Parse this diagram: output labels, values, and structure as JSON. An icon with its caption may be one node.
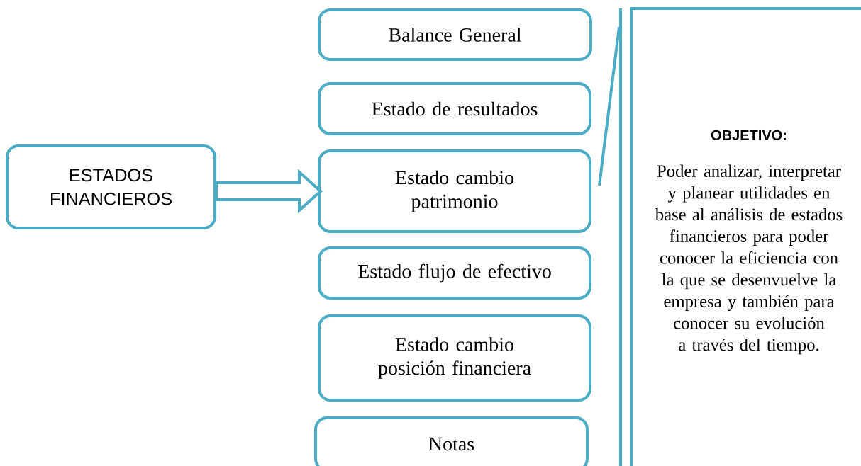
{
  "diagram": {
    "nodes": [
      {
        "text": [
          "ESTADOS FINANCIEROS"
        ]
      },
      {
        "text": [
          "Balance General"
        ]
      },
      {
        "text": [
          "Estado de resultados"
        ]
      },
      {
        "text": [
          "Estado cambio patrimonio"
        ]
      },
      {
        "text": [
          "Estado flujo de efectivo"
        ]
      },
      {
        "text": [
          "Estado cambio posición financiera"
        ]
      },
      {
        "text": [
          "Notas"
        ]
      },
      {
        "text": [
          "OBJETIVO:",
          "Poder analizar, interpretar y planear utilidades en base al análisis de estados financieros para poder conocer la eficiencia con la que se desenvuelve la empresa y también para conocer su evolución a través del tiempo."
        ]
      }
    ],
    "edges": [
      {
        "from": 0,
        "to": 3,
        "arrow": "to"
      },
      {
        "from": 7,
        "to": 3,
        "arrow": "none"
      }
    ]
  }
}
